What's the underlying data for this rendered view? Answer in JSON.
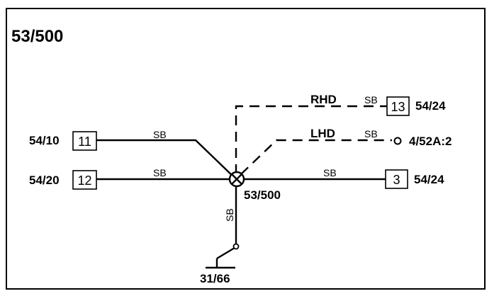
{
  "diagram": {
    "title": "53/500",
    "splice": {
      "label": "53/500"
    },
    "connectors": [
      {
        "id": "11",
        "ref": "54/10",
        "wire": "SB"
      },
      {
        "id": "12",
        "ref": "54/20",
        "wire": "SB"
      },
      {
        "id": "3",
        "ref": "54/24",
        "wire": "SB"
      },
      {
        "id": "13",
        "ref": "54/24",
        "wire": "SB",
        "variant": "RHD"
      }
    ],
    "lhd": {
      "variant": "LHD",
      "wire": "SB",
      "ref": "4/52A:2"
    },
    "ground": {
      "wire": "SB",
      "ref": "31/66"
    }
  }
}
